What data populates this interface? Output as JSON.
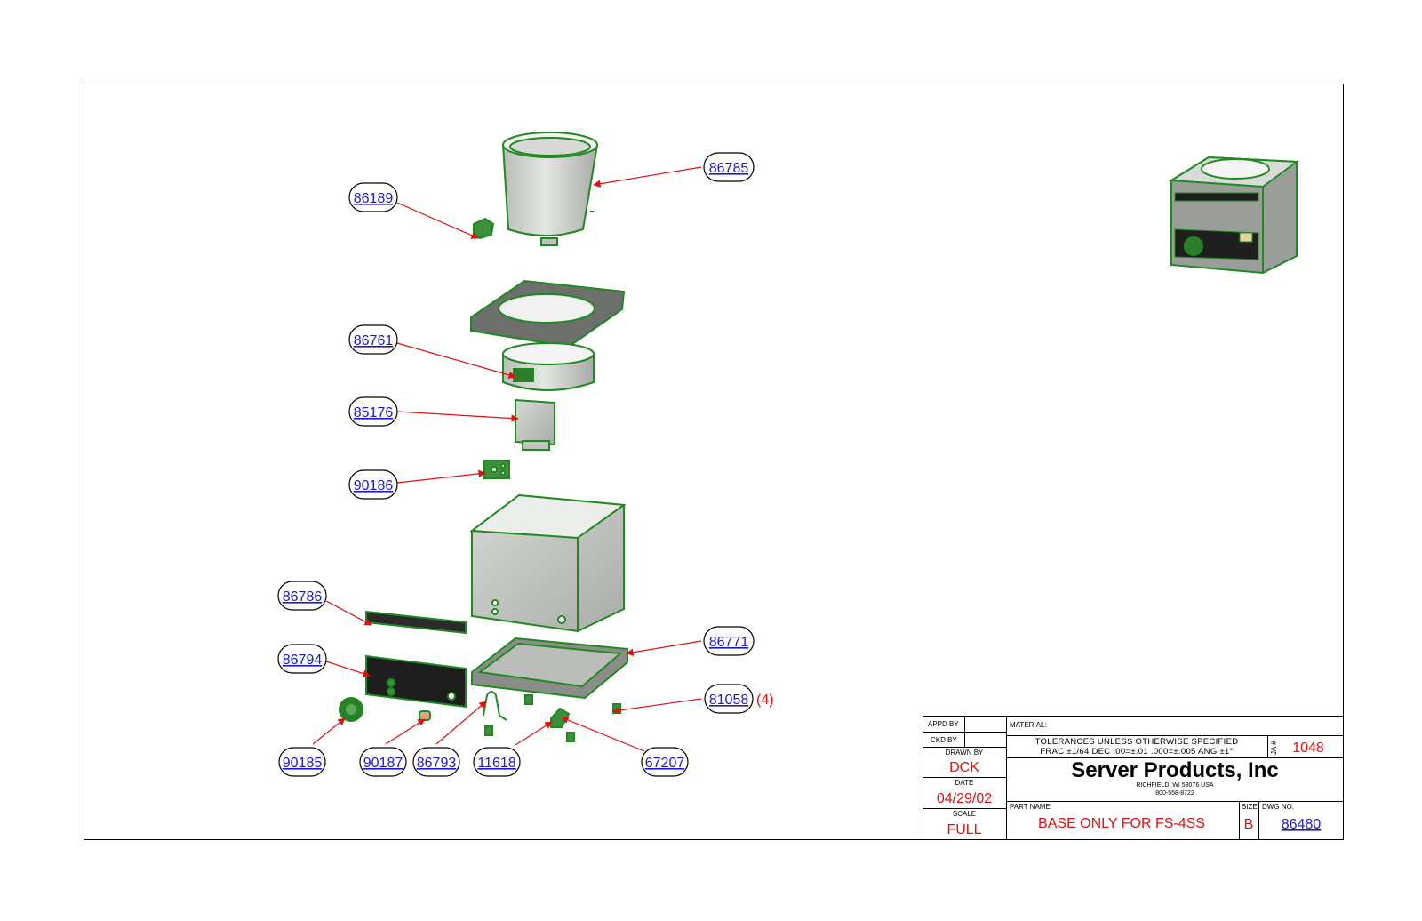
{
  "callouts": [
    {
      "label": "86785",
      "qty": ""
    },
    {
      "label": "86189",
      "qty": ""
    },
    {
      "label": "86761",
      "qty": ""
    },
    {
      "label": "85176",
      "qty": ""
    },
    {
      "label": "90186",
      "qty": ""
    },
    {
      "label": "86786",
      "qty": ""
    },
    {
      "label": "86771",
      "qty": ""
    },
    {
      "label": "86794",
      "qty": ""
    },
    {
      "label": "81058",
      "qty": "(4)"
    },
    {
      "label": "90185",
      "qty": ""
    },
    {
      "label": "90187",
      "qty": ""
    },
    {
      "label": "86793",
      "qty": ""
    },
    {
      "label": "11618",
      "qty": ""
    },
    {
      "label": "67207",
      "qty": ""
    }
  ],
  "title_block": {
    "appd_by_label": "APPD BY",
    "ckd_by_label": "CKD BY",
    "drawn_by_label": "DRAWN BY",
    "drawn_by": "DCK",
    "date_label": "DATE",
    "date": "04/29/02",
    "scale_label": "SCALE",
    "scale": "FULL",
    "material_label": "MATERIAL:",
    "tolerance_line1": "TOLERANCES UNLESS OTHERWISE SPECIFIED",
    "tolerance_line2": "FRAC ±1/64 DEC .00=±.01 .000=±.005 ANG ±1°",
    "ja_label": "JA #",
    "ja_number": "1048",
    "company": "Server Products, Inc",
    "address": "RICHFIELD, WI 53076 USA",
    "phone": "800-558-8722",
    "part_name_label": "PART NAME",
    "part_name": "BASE ONLY FOR FS-4SS",
    "size_label": "SIZE",
    "size": "B",
    "dwg_no_label": "DWG NO.",
    "dwg_no": "86480"
  },
  "colors": {
    "outline_green": "#1f8a1f",
    "callout_blue": "#1a1acc",
    "leader_red": "#e01010",
    "part_gray": "#c9cbc9"
  }
}
